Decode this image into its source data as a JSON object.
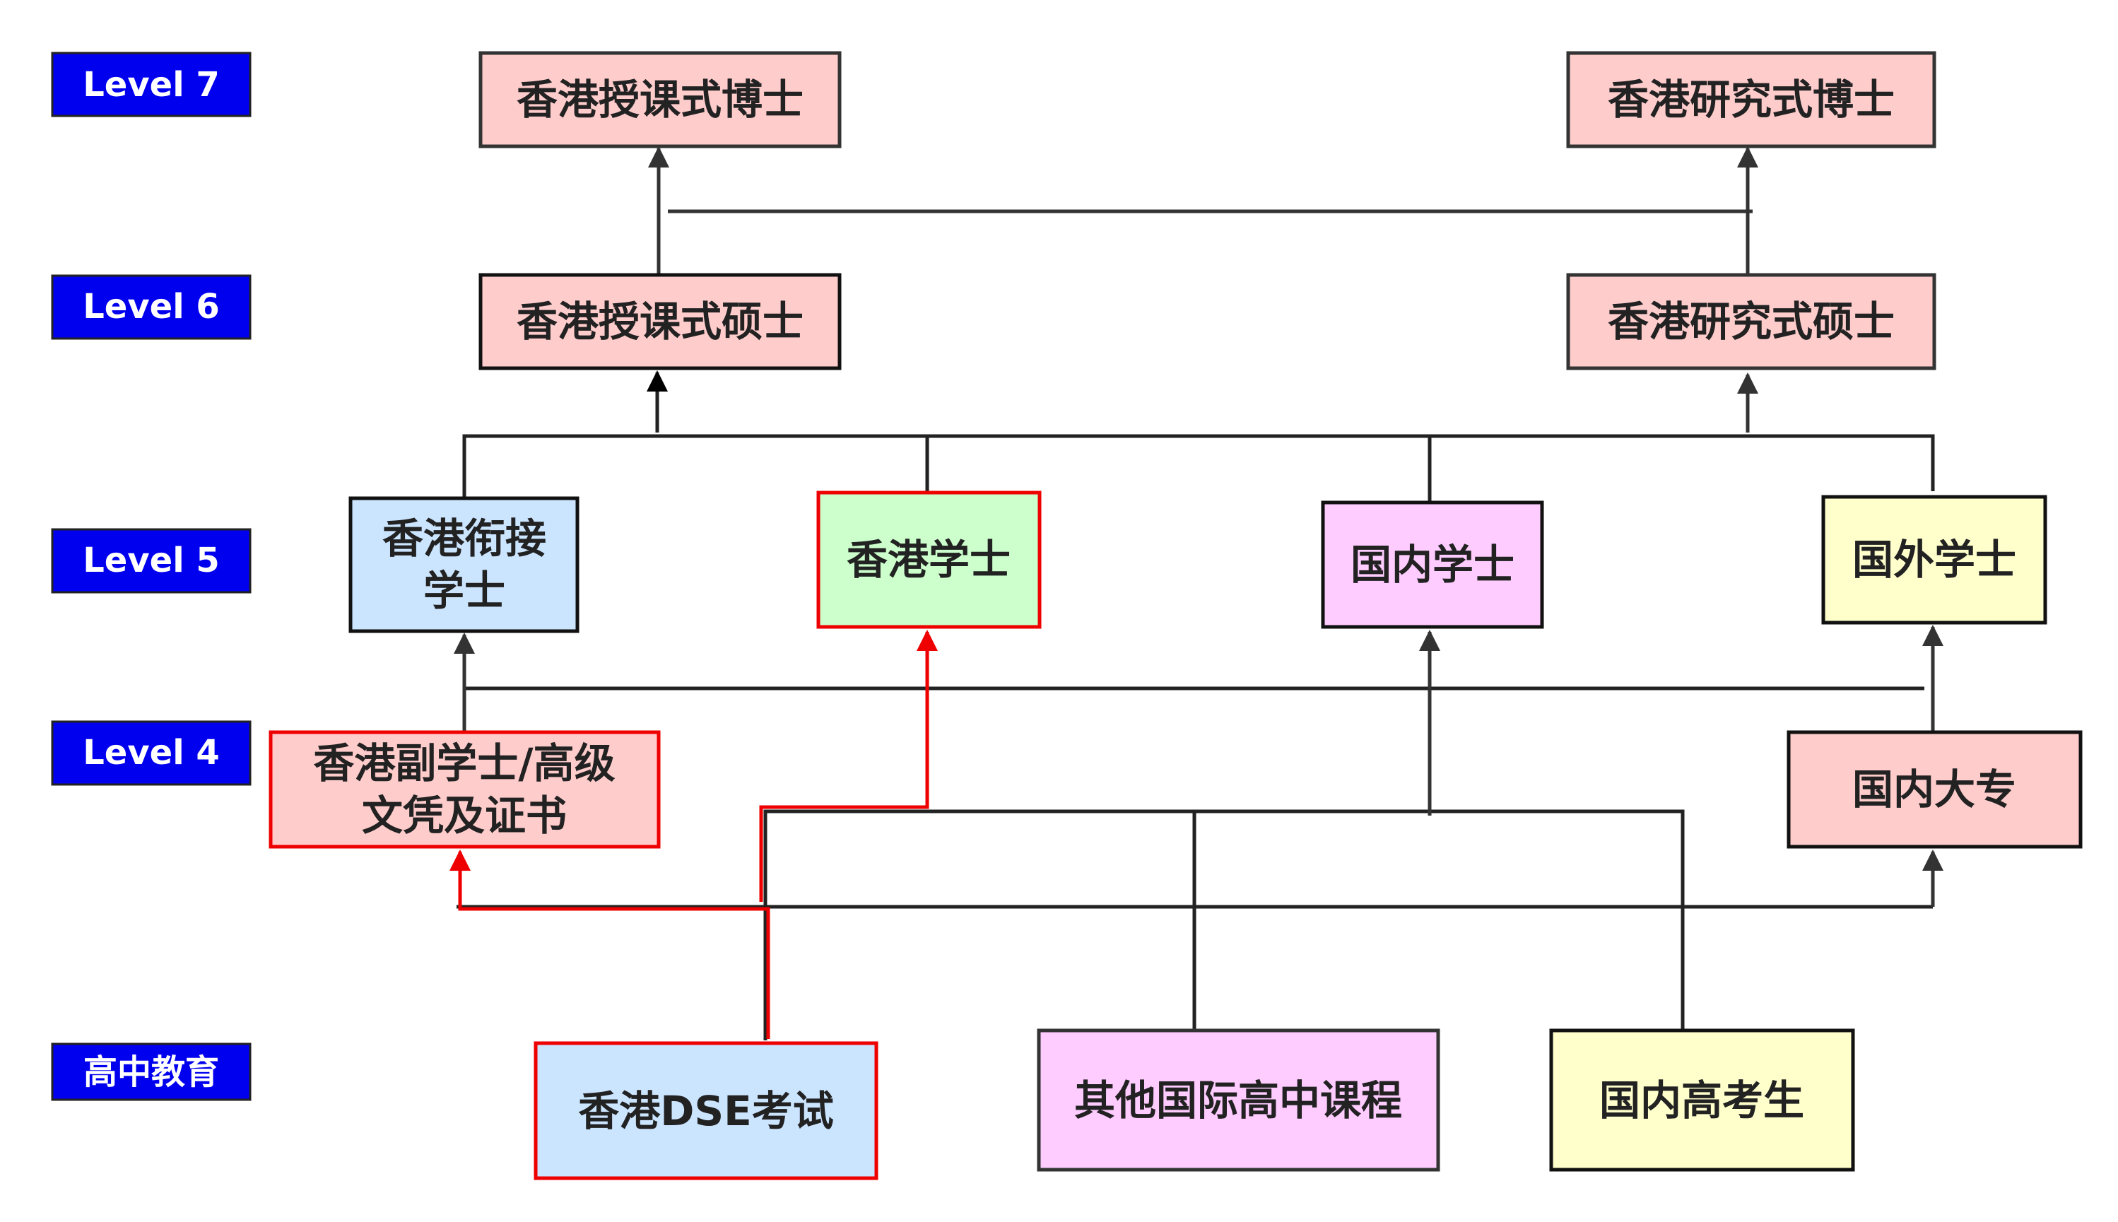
{
  "colors": {
    "level_badge": "#0000ee",
    "pink": "#ffcccc",
    "blue": "#cce5ff",
    "green": "#ccffcc",
    "violet": "#ffccff",
    "yellow": "#ffffcc",
    "highlight_path": "#ee0000"
  },
  "levels": {
    "level7": "Level 7",
    "level6": "Level 6",
    "level5": "Level 5",
    "level4": "Level 4",
    "high_school": "高中教育"
  },
  "nodes": {
    "hk_taught_phd": "香港授课式博士",
    "hk_research_phd": "香港研究式博士",
    "hk_taught_master": "香港授课式硕士",
    "hk_research_master": "香港研究式硕士",
    "hk_topup_bachelor": [
      "香港衔接",
      "学士"
    ],
    "hk_bachelor": "香港学士",
    "cn_bachelor": "国内学士",
    "overseas_bachelor": "国外学士",
    "hk_associate": [
      "香港副学士/高级",
      "文凭及证书"
    ],
    "cn_college": "国内大专",
    "hk_dse": "香港DSE考试",
    "intl_curriculum": "其他国际高中课程",
    "cn_gaokao": "国内高考生"
  }
}
